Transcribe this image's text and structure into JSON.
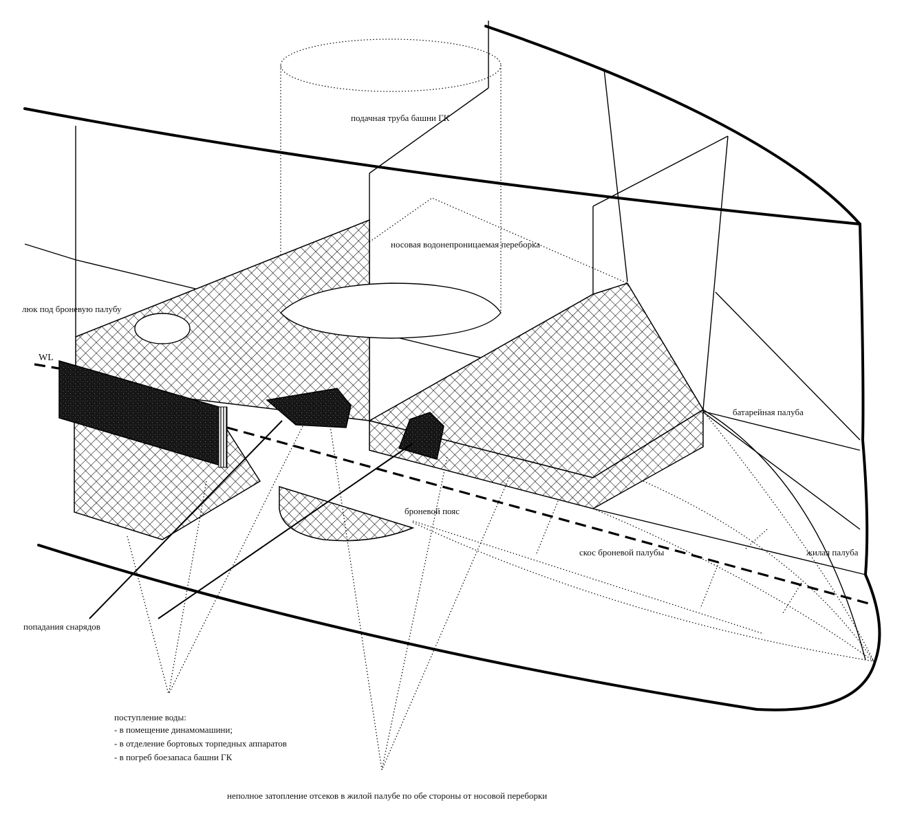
{
  "labels": {
    "feed_tube": "подачная труба башни ГК",
    "bulkhead": "носовая водонепроницаемая переборка",
    "hatch": "люк под броневую палубу",
    "waterline": "WL",
    "battery_deck": "батарейная палуба",
    "armor_belt": "броневой пояс",
    "deck_slope": "скос броневой палубы",
    "living_deck": "жилая палуба",
    "shell_hits": "попадания снарядов",
    "water_ingress_title": "поступление воды:",
    "water_ingress_items": [
      "- в помещение динамомашини;",
      "- в отделение бортовых торпедных аппаратов",
      "- в  погреб боезапаса башни ГК"
    ],
    "flooding": "неполное затопление отсеков в жилой палубе по обе стороны от  носовой переборки"
  },
  "colors": {
    "ink": "#000000",
    "paper": "#ffffff"
  }
}
